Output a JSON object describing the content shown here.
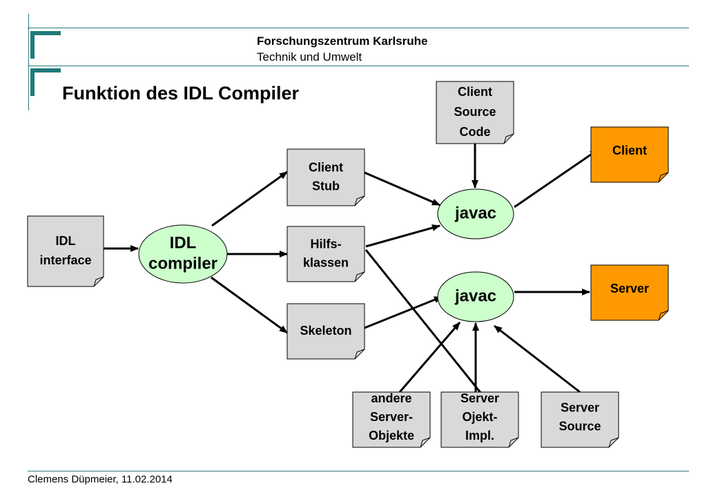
{
  "header": {
    "organization": "Forschungszentrum Karlsruhe",
    "department": "Technik und Umwelt"
  },
  "title": "Funktion des IDL Compiler",
  "footer": "Clemens Düpmeier, 11.02.2014",
  "colors": {
    "accent": "#1f7a7a",
    "doc_fill": "#d9d9d9",
    "ellipse_fill": "#ccffcc",
    "output_fill": "#ff9900"
  },
  "diagram": {
    "nodes": {
      "idl_interface": {
        "lines": [
          "IDL",
          "interface"
        ]
      },
      "idl_compiler": {
        "lines": [
          "IDL",
          "compiler"
        ]
      },
      "client_stub": {
        "lines": [
          "Client",
          "Stub"
        ]
      },
      "hilfsklassen": {
        "lines": [
          "Hilfs-",
          "klassen"
        ]
      },
      "skeleton": {
        "lines": [
          "Skeleton"
        ]
      },
      "client_source": {
        "lines": [
          "Client",
          "Source",
          "Code"
        ]
      },
      "javac_client": {
        "lines": [
          "javac"
        ]
      },
      "javac_server": {
        "lines": [
          "javac"
        ]
      },
      "client": {
        "lines": [
          "Client"
        ]
      },
      "server": {
        "lines": [
          "Server"
        ]
      },
      "andere_server": {
        "lines": [
          "andere",
          "Server-",
          "Objekte"
        ]
      },
      "server_impl": {
        "lines": [
          "Server",
          "Ojekt-",
          "Impl."
        ]
      },
      "server_source": {
        "lines": [
          "Server",
          "Source"
        ]
      }
    }
  }
}
